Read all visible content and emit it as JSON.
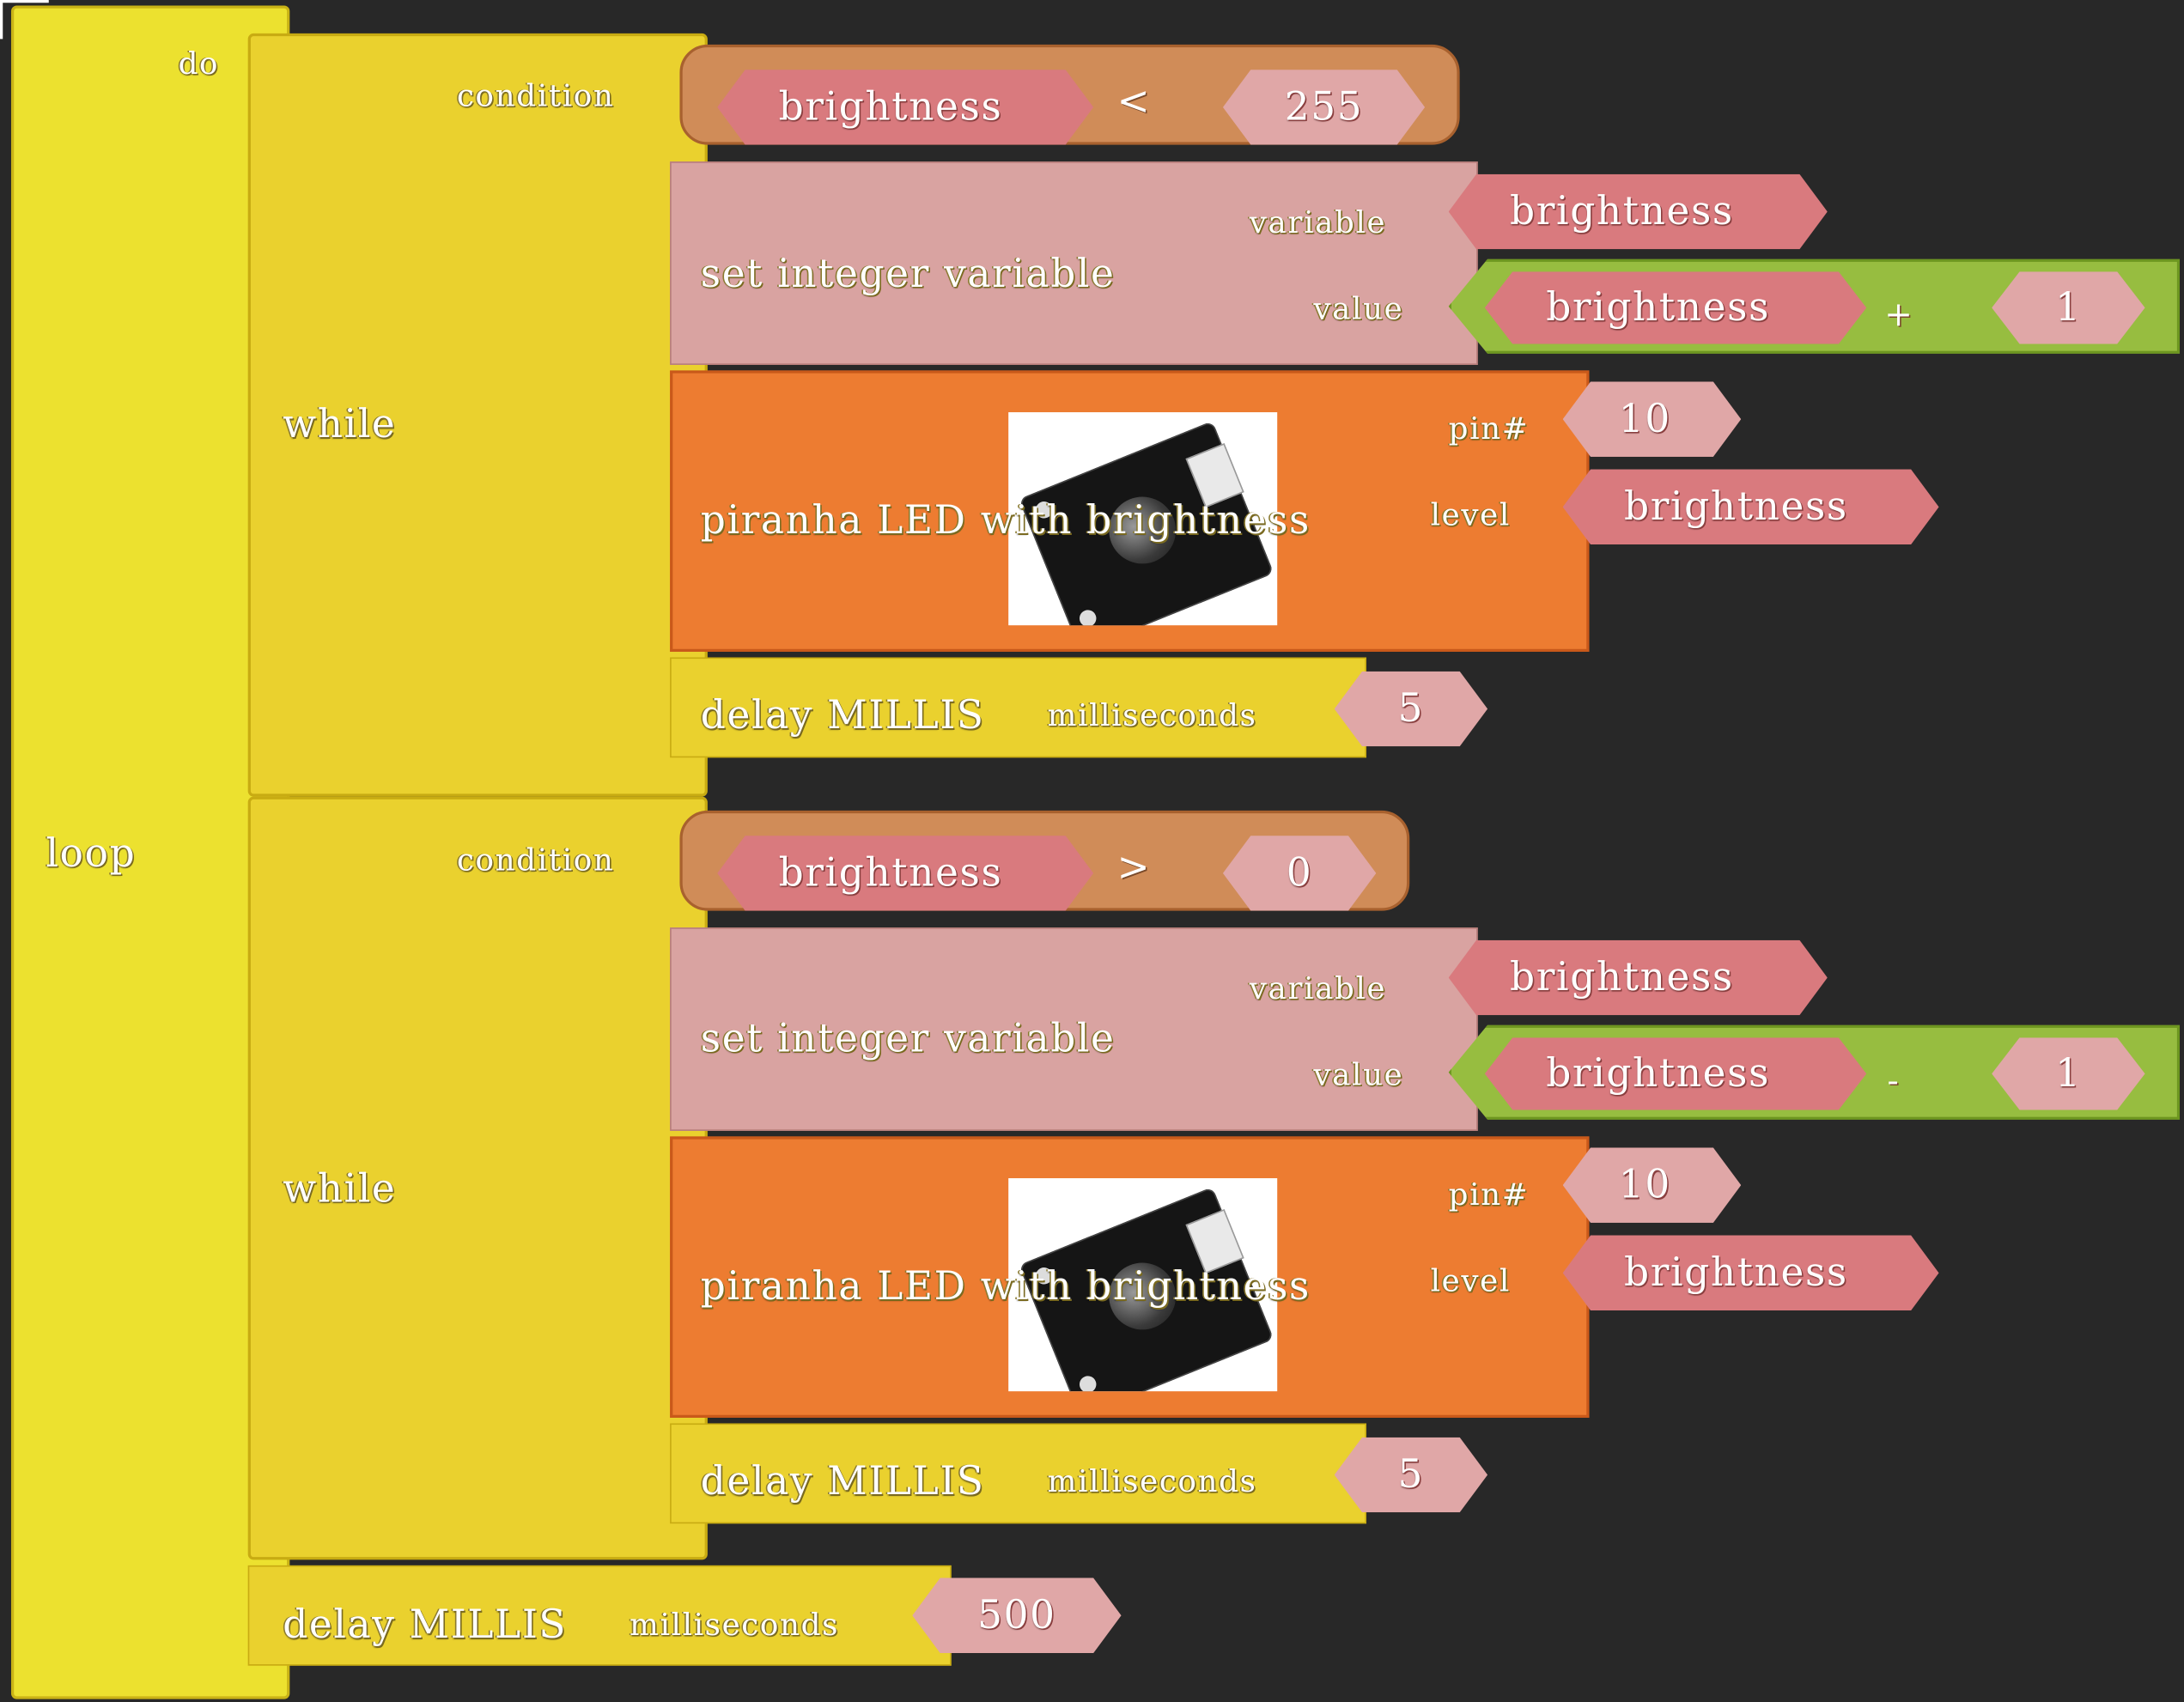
{
  "colors": {
    "workspace": "#282828",
    "loop_block": "#ece12f",
    "while_block": "#ead12e",
    "set_block": "#d9a3a1",
    "led_block": "#ed7c31",
    "compare_block": "#d08c58",
    "math_block": "#97bd40",
    "variable_block": "#d97a7e",
    "number_block": "#e0a7a7"
  },
  "loop": {
    "label": "loop",
    "do_label": "do",
    "while_blocks": [
      {
        "label": "while",
        "condition_label": "condition",
        "condition": {
          "left": "brightness",
          "operator": "<",
          "right": "255"
        },
        "set_variable": {
          "label": "set integer variable",
          "variable_label": "variable",
          "value_label": "value",
          "variable": "brightness",
          "math": {
            "left": "brightness",
            "operator": "+",
            "right": "1"
          }
        },
        "led": {
          "label": "piranha LED with brightness",
          "image_icon": "piranha-led-module-photo",
          "pin_label": "pin#",
          "level_label": "level",
          "pin": "10",
          "level": "brightness"
        },
        "delay": {
          "label": "delay MILLIS",
          "ms_label": "milliseconds",
          "value": "5"
        }
      },
      {
        "label": "while",
        "condition_label": "condition",
        "condition": {
          "left": "brightness",
          "operator": ">",
          "right": "0"
        },
        "set_variable": {
          "label": "set integer variable",
          "variable_label": "variable",
          "value_label": "value",
          "variable": "brightness",
          "math": {
            "left": "brightness",
            "operator": "-",
            "right": "1"
          }
        },
        "led": {
          "label": "piranha LED with brightness",
          "image_icon": "piranha-led-module-photo",
          "pin_label": "pin#",
          "level_label": "level",
          "pin": "10",
          "level": "brightness"
        },
        "delay": {
          "label": "delay MILLIS",
          "ms_label": "milliseconds",
          "value": "5"
        }
      }
    ],
    "final_delay": {
      "label": "delay MILLIS",
      "ms_label": "milliseconds",
      "value": "500"
    }
  }
}
